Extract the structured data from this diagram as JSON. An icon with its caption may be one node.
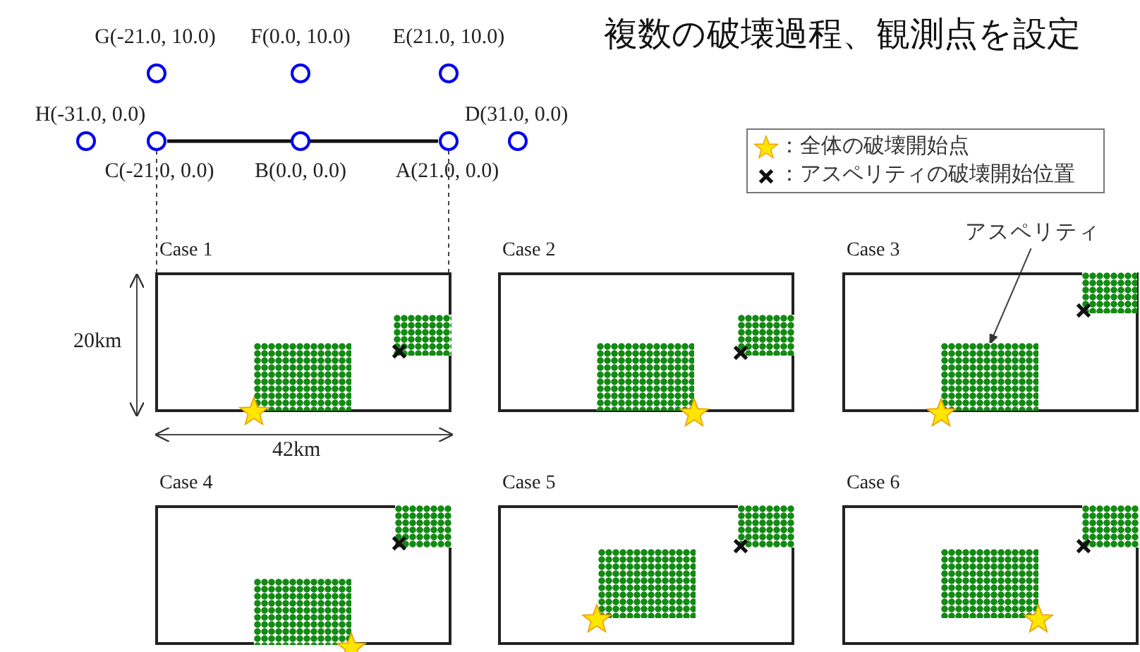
{
  "diagram": {
    "title": "複数の破壊過程、観測点を設定",
    "nodes": [
      {
        "text": [
          "G(-21.0, 10.0)"
        ]
      },
      {
        "text": [
          "F(0.0, 10.0)"
        ]
      },
      {
        "text": [
          "E(21.0, 10.0)"
        ]
      },
      {
        "text": [
          "H(-31.0, 0.0)"
        ]
      },
      {
        "text": [
          "D(31.0, 0.0)"
        ]
      },
      {
        "text": [
          "C(-21.0, 0.0)"
        ]
      },
      {
        "text": [
          "B(0.0, 0.0)"
        ]
      },
      {
        "text": [
          "A(21.0, 0.0)"
        ]
      },
      {
        "text": [
          "アスペリティ"
        ]
      },
      {
        "text": [
          "Case 1"
        ]
      },
      {
        "text": [
          "Case 2"
        ]
      },
      {
        "text": [
          "Case 3"
        ]
      },
      {
        "text": [],
        "shape": "box",
        "in": 11
      },
      {
        "text": [
          "Case 4"
        ]
      },
      {
        "text": [
          "Case 5"
        ]
      },
      {
        "text": [
          "Case 6"
        ]
      }
    ],
    "edges": [
      {
        "from": 5,
        "to": 7,
        "arrow": "none",
        "style": "thick"
      },
      {
        "from": 5,
        "to": 9,
        "arrow": "none",
        "style": "dashed"
      },
      {
        "from": 7,
        "to": 9,
        "arrow": "none",
        "style": "dashed"
      },
      {
        "from": 8,
        "to": 12,
        "arrow": "to"
      }
    ],
    "labels": [
      "20km",
      "42km"
    ],
    "legend": [
      {
        "text": "：全体の破壊開始点"
      },
      {
        "text": "：アスペリティの破壊開始位置"
      }
    ]
  }
}
